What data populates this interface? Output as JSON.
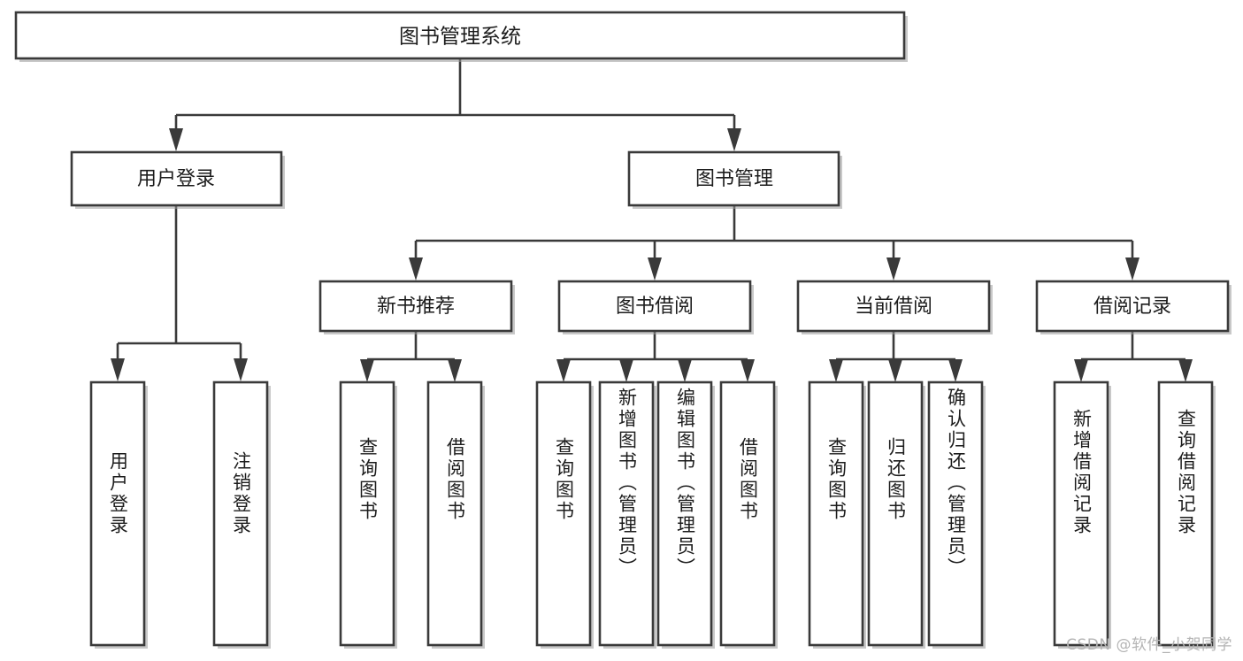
{
  "diagram": {
    "type": "hierarchy-tree",
    "title": "图书管理系统",
    "watermark": "CSDN @软件_小贺同学",
    "colors": {
      "stroke": "#3a3a3a",
      "fill": "#ffffff",
      "text": "#1c1c1c",
      "watermark": "#b4b4b4"
    },
    "levels": {
      "level1": [
        {
          "id": "root",
          "label": "图书管理系统"
        }
      ],
      "level2": [
        {
          "id": "user-login",
          "label": "用户登录"
        },
        {
          "id": "book-manage",
          "label": "图书管理"
        }
      ],
      "level3": [
        {
          "id": "new-book-rec",
          "label": "新书推荐",
          "parent": "book-manage"
        },
        {
          "id": "book-borrow",
          "label": "图书借阅",
          "parent": "book-manage"
        },
        {
          "id": "current-borrow",
          "label": "当前借阅",
          "parent": "book-manage"
        },
        {
          "id": "borrow-record",
          "label": "借阅记录",
          "parent": "book-manage"
        }
      ],
      "level4": [
        {
          "id": "leaf-user-login",
          "label": "用户登录",
          "parent": "user-login"
        },
        {
          "id": "leaf-logout",
          "label": "注销登录",
          "parent": "user-login"
        },
        {
          "id": "leaf-query-book-1",
          "label": "查询图书",
          "parent": "new-book-rec"
        },
        {
          "id": "leaf-borrow-book-1",
          "label": "借阅图书",
          "parent": "new-book-rec"
        },
        {
          "id": "leaf-query-book-2",
          "label": "查询图书",
          "parent": "book-borrow"
        },
        {
          "id": "leaf-add-book",
          "label": "新增图书（管理员）",
          "parent": "book-borrow"
        },
        {
          "id": "leaf-edit-book",
          "label": "编辑图书（管理员）",
          "parent": "book-borrow"
        },
        {
          "id": "leaf-borrow-book-2",
          "label": "借阅图书",
          "parent": "book-borrow"
        },
        {
          "id": "leaf-query-book-3",
          "label": "查询图书",
          "parent": "current-borrow"
        },
        {
          "id": "leaf-return-book",
          "label": "归还图书",
          "parent": "current-borrow"
        },
        {
          "id": "leaf-confirm-return",
          "label": "确认归还（管理员）",
          "parent": "current-borrow"
        },
        {
          "id": "leaf-add-record",
          "label": "新增借阅记录",
          "parent": "borrow-record"
        },
        {
          "id": "leaf-query-record",
          "label": "查询借阅记录",
          "parent": "borrow-record"
        }
      ]
    }
  }
}
